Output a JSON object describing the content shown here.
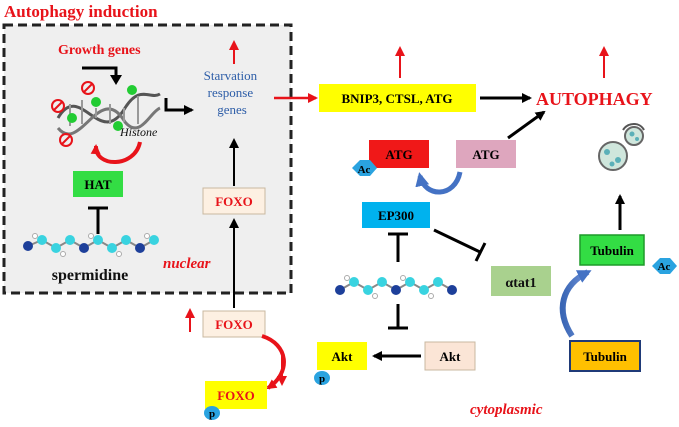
{
  "title": "Autophagy induction",
  "labels": {
    "growth_genes": "Growth genes",
    "starvation": [
      "Starvation",
      "response",
      "genes"
    ],
    "histone": "Histone",
    "hat": "HAT",
    "spermidine": "spermidine",
    "nuclear": "nuclear",
    "foxo": "FOXO",
    "bnip3": "BNIP3, CTSL, ATG",
    "autophagy": "AUTOPHAGY",
    "atg": "ATG",
    "ac": "Ac",
    "p": "p",
    "ep300": "EP300",
    "atat1": "αtat1",
    "tubulin": "Tubulin",
    "akt": "Akt",
    "cytoplasmic": "cytoplasmic"
  },
  "colors": {
    "title_red": "#e8131a",
    "arrow_black": "#000000",
    "arrow_red": "#e8131a",
    "nucleus_fill": "#efefef",
    "yellow": "#ffff00",
    "green": "#33dd44",
    "red_box": "#f01818",
    "pink_box": "#dea6be",
    "cyan_box": "#00b2ee",
    "light_green": "#a9d18e",
    "tubulin_yellow": "#ffc000",
    "foxo_fill": "#fdf0e2",
    "akt_fill": "#fbe5d6",
    "ac_fill": "#2aa3e0",
    "starvation_blue": "#2e5ea8",
    "curve_blue": "#4472c4"
  }
}
